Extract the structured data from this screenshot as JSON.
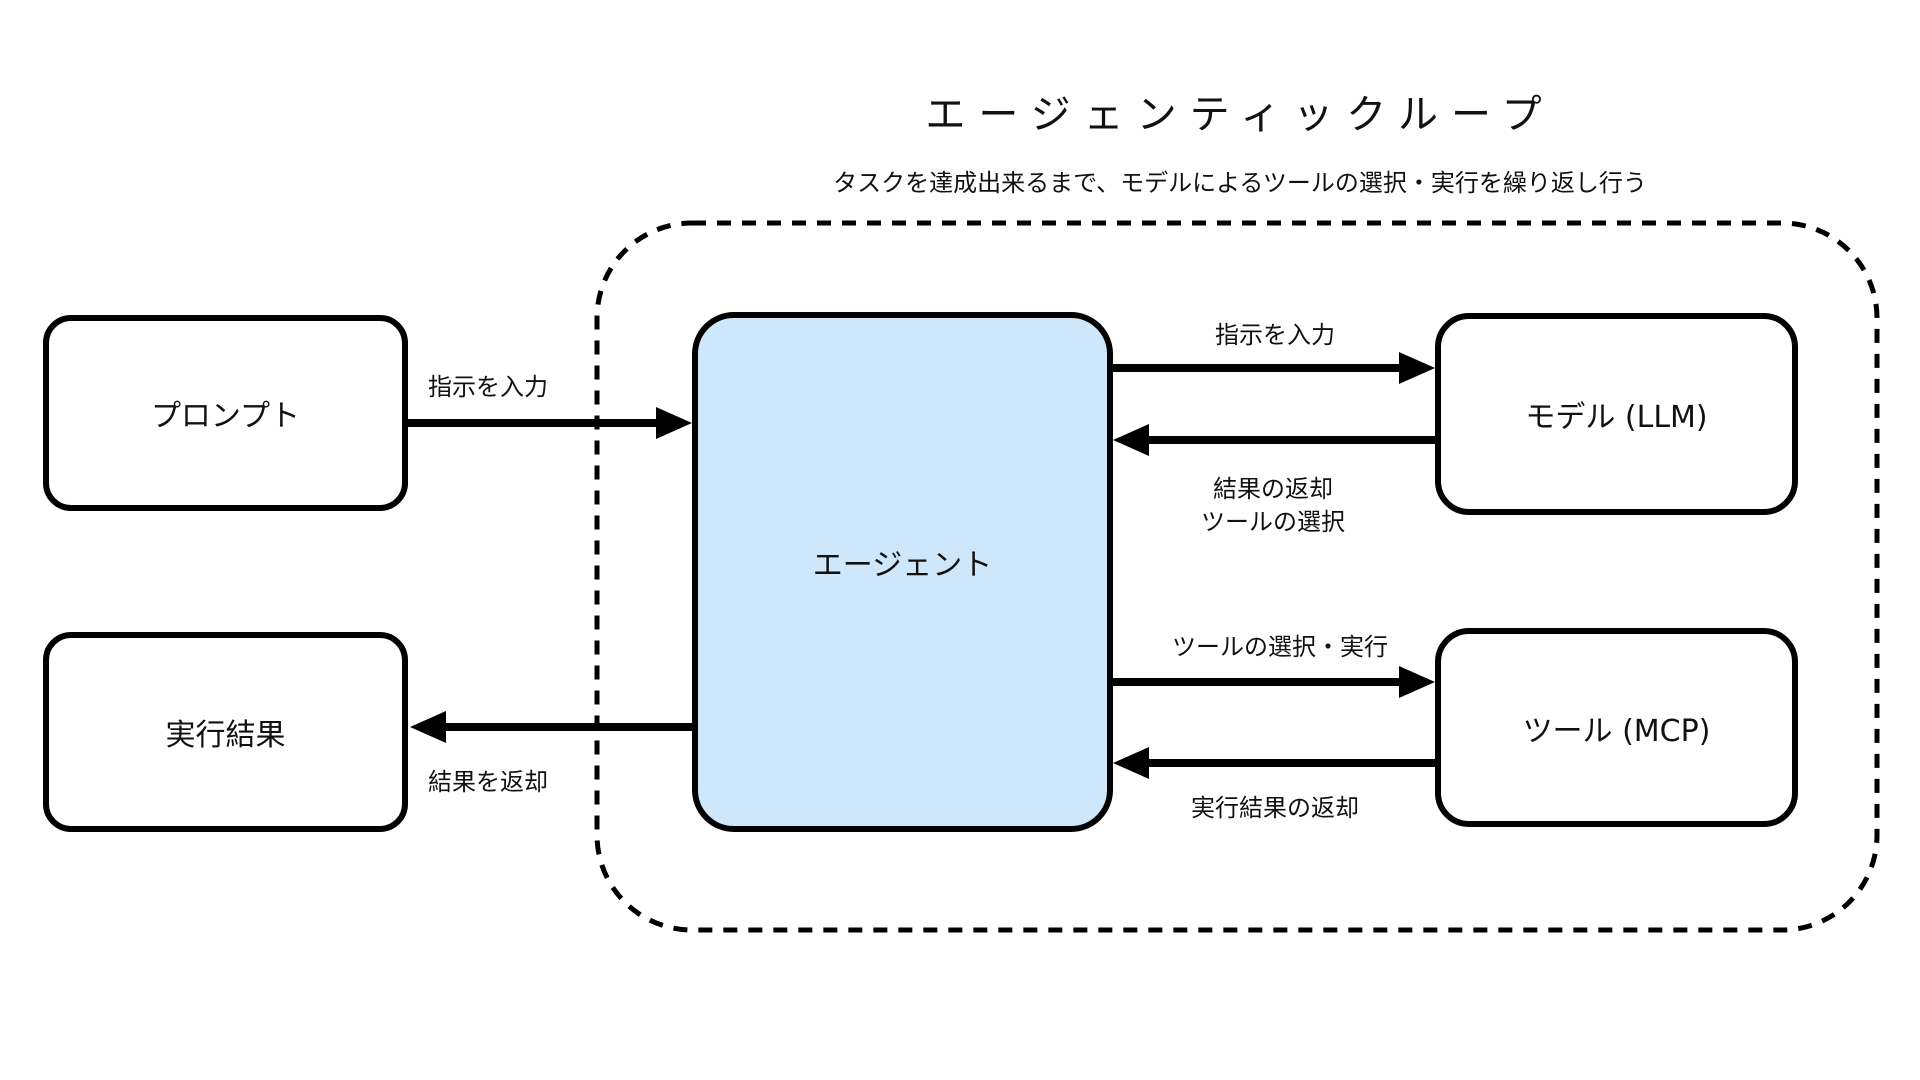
{
  "diagram": {
    "title": "エージェンティックループ",
    "subtitle": "タスクを達成出来るまで、モデルによるツールの選択・実行を繰り返し行う",
    "nodes": {
      "prompt": {
        "label": "プロンプト"
      },
      "result": {
        "label": "実行結果"
      },
      "agent": {
        "label": "エージェント"
      },
      "model": {
        "label": "モデル (LLM)"
      },
      "tool": {
        "label": "ツール (MCP)"
      }
    },
    "edges": {
      "prompt_to_agent": {
        "label": "指示を入力"
      },
      "agent_to_model": {
        "label": "指示を入力"
      },
      "model_to_agent": {
        "label_line1": "結果の返却",
        "label_line2": "ツールの選択"
      },
      "agent_to_tool": {
        "label": "ツールの選択・実行"
      },
      "tool_to_agent": {
        "label": "実行結果の返却"
      },
      "agent_to_result": {
        "label": "結果を返却"
      }
    },
    "colors": {
      "agent_fill": "#cfe7fa",
      "node_fill": "#ffffff",
      "stroke": "#000000"
    }
  }
}
